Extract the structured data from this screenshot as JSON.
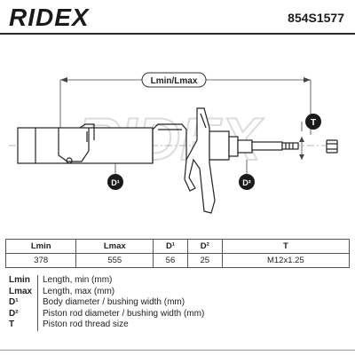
{
  "brand": "RIDEX",
  "part_number": "854S1577",
  "drawing": {
    "dimension_label": "Lmin/Lmax",
    "callouts": {
      "d1": "D¹",
      "d2": "D²",
      "t": "T"
    },
    "watermark": "RIDEX"
  },
  "spec_table": {
    "headers": [
      "Lmin",
      "Lmax",
      "D¹",
      "D²",
      "T"
    ],
    "values": [
      "378",
      "555",
      "56",
      "25",
      "M12x1.25"
    ]
  },
  "legend": [
    {
      "abbr": "Lmin",
      "desc": "Length, min (mm)"
    },
    {
      "abbr": "Lmax",
      "desc": "Length, max (mm)"
    },
    {
      "abbr": "D¹",
      "desc": "Body diameter / bushing width (mm)"
    },
    {
      "abbr": "D²",
      "desc": "Piston rod diameter / bushing width (mm)"
    },
    {
      "abbr": "T",
      "desc": "Piston rod thread size"
    }
  ],
  "colors": {
    "ink": "#222222",
    "accent": "#1a1a1a",
    "watermark": "#e6e6e6"
  }
}
